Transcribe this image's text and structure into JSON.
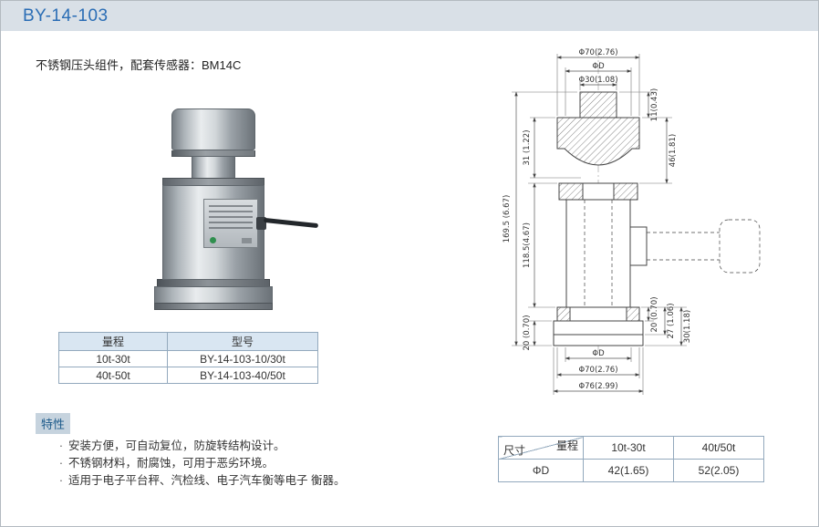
{
  "header": {
    "title": "BY-14-103"
  },
  "intro": {
    "text": "不锈钢压头组件，配套传感器：BM14C"
  },
  "model_table": {
    "headers": [
      "量程",
      "型号"
    ],
    "rows": [
      {
        "range": "10t-30t",
        "model": "BY-14-103-10/30t"
      },
      {
        "range": "40t-50t",
        "model": "BY-14-103-40/50t"
      }
    ]
  },
  "features": {
    "title": "特性",
    "items": [
      "安装方便，可自动复位，防旋转结构设计。",
      "不锈钢材料，耐腐蚀，可用于恶劣环境。",
      "适用于电子平台秤、汽检线、电子汽车衡等电子 衡器。"
    ]
  },
  "drawing": {
    "dims": {
      "top_phi70": "Φ70(2.76)",
      "top_phiD": "ΦD",
      "top_phi30": "Φ30(1.08)",
      "h11": "11(0.43)",
      "h46": "46(1.81)",
      "h31": "31 (1.22)",
      "h169": "169.5 (6.67)",
      "h118": "118.5(4.67)",
      "h20_left": "20 (0.70)",
      "h20_right": "20 (0.70)",
      "h27": "27 (1.06)",
      "h30": "30(1.18)",
      "bottom_phiD": "ΦD",
      "bottom_phi70": "Φ70(2.76)",
      "bottom_phi76": "Φ76(2.99)"
    }
  },
  "dim_table": {
    "corner_top": "量程",
    "corner_bottom": "尺寸",
    "col_headers": [
      "10t-30t",
      "40t/50t"
    ],
    "row_label": "ΦD",
    "values": [
      "42(1.65)",
      "52(2.05)"
    ]
  }
}
